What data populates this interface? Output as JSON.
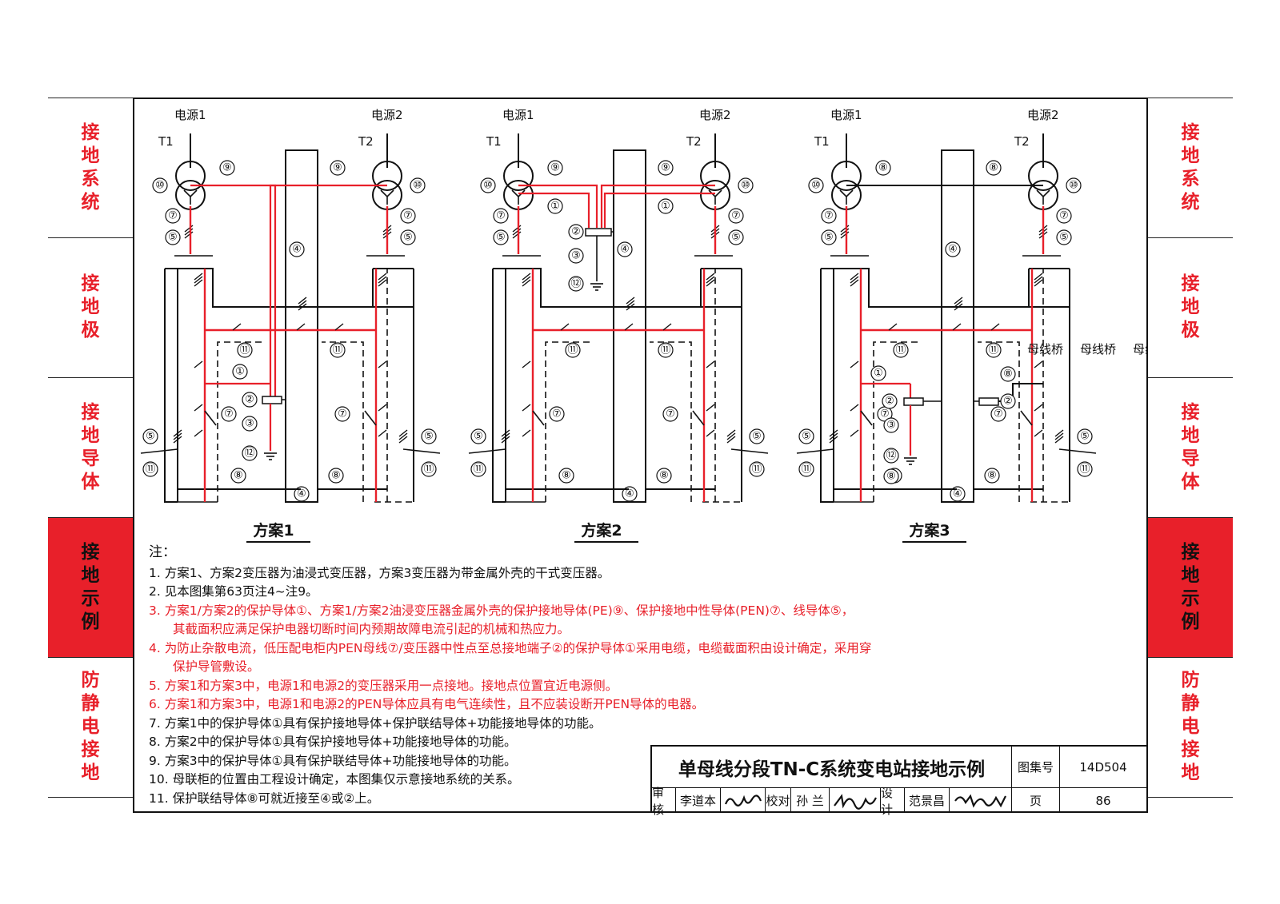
{
  "left_tabs": [
    {
      "label": "接地系统",
      "active": false
    },
    {
      "label": "接地极",
      "active": false
    },
    {
      "label": "接地导体",
      "active": false
    },
    {
      "label": "接地示例",
      "active": true
    },
    {
      "label": "防静电接地",
      "active": false
    }
  ],
  "right_tabs": [
    {
      "label": "接地系统",
      "active": false
    },
    {
      "label": "接地极",
      "active": false
    },
    {
      "label": "接地导体",
      "active": false
    },
    {
      "label": "接地示例",
      "active": true
    },
    {
      "label": "防静电接地",
      "active": false
    }
  ],
  "colors": {
    "accent": "#e8202a",
    "line": "#111111"
  },
  "diagram": {
    "source1": "电源1",
    "source2": "电源2",
    "t1": "T1",
    "t2": "T2",
    "scheme1": "方案1",
    "scheme2": "方案2",
    "scheme3": "方案3",
    "bus_bridge": "母线桥",
    "markers": [
      "①",
      "②",
      "③",
      "④",
      "⑤",
      "⑦",
      "⑧",
      "⑨",
      "⑩",
      "⑪",
      "⑫"
    ]
  },
  "notes": {
    "title": "注：",
    "items": [
      {
        "text": "1. 方案1、方案2变压器为油浸式变压器，方案3变压器为带金属外壳的干式变压器。",
        "red": false
      },
      {
        "text": "2. 见本图集第63页注4~注9。",
        "red": false
      },
      {
        "text": "3. 方案1/方案2的保护导体①、方案1/方案2油浸变压器金属外壳的保护接地导体(PE)⑨、保护接地中性导体(PEN)⑦、线导体⑤，",
        "cont": "其截面积应满足保护电器切断时间内预期故障电流引起的机械和热应力。",
        "red": true
      },
      {
        "text": "4. 为防止杂散电流，低压配电柜内PEN母线⑦/变压器中性点至总接地端子②的保护导体①采用电缆，电缆截面积由设计确定，采用穿",
        "cont": "保护导管敷设。",
        "red": true
      },
      {
        "text": "5. 方案1和方案3中，电源1和电源2的变压器采用一点接地。接地点位置宜近电源侧。",
        "red": true
      },
      {
        "text": "6. 方案1和方案3中，电源1和电源2的PEN导体应具有电气连续性，且不应装设断开PEN导体的电器。",
        "red": true
      },
      {
        "text": "7. 方案1中的保护导体①具有保护接地导体+保护联结导体+功能接地导体的功能。",
        "red": false
      },
      {
        "text": "8. 方案2中的保护导体①具有保护接地导体+功能接地导体的功能。",
        "red": false
      },
      {
        "text": "9. 方案3中的保护导体①具有保护联结导体+功能接地导体的功能。",
        "red": false
      },
      {
        "text": "10. 母联柜的位置由工程设计确定，本图集仅示意接地系统的关系。",
        "red": false
      },
      {
        "text": "11. 保护联结导体⑧可就近接至④或②上。",
        "red": false
      }
    ]
  },
  "title_block": {
    "title": "单母线分段TN-C系统变电站接地示例",
    "atlas_label": "图集号",
    "atlas_no": "14D504",
    "review_label": "审核",
    "reviewer": "李道本",
    "reviewer_sig": "李道本",
    "check_label": "校对",
    "checker": "孙 兰",
    "checker_sig": "孙兰",
    "design_label": "设计",
    "designer": "范景昌",
    "designer_sig": "范景昌",
    "page_label": "页",
    "page_no": "86"
  }
}
